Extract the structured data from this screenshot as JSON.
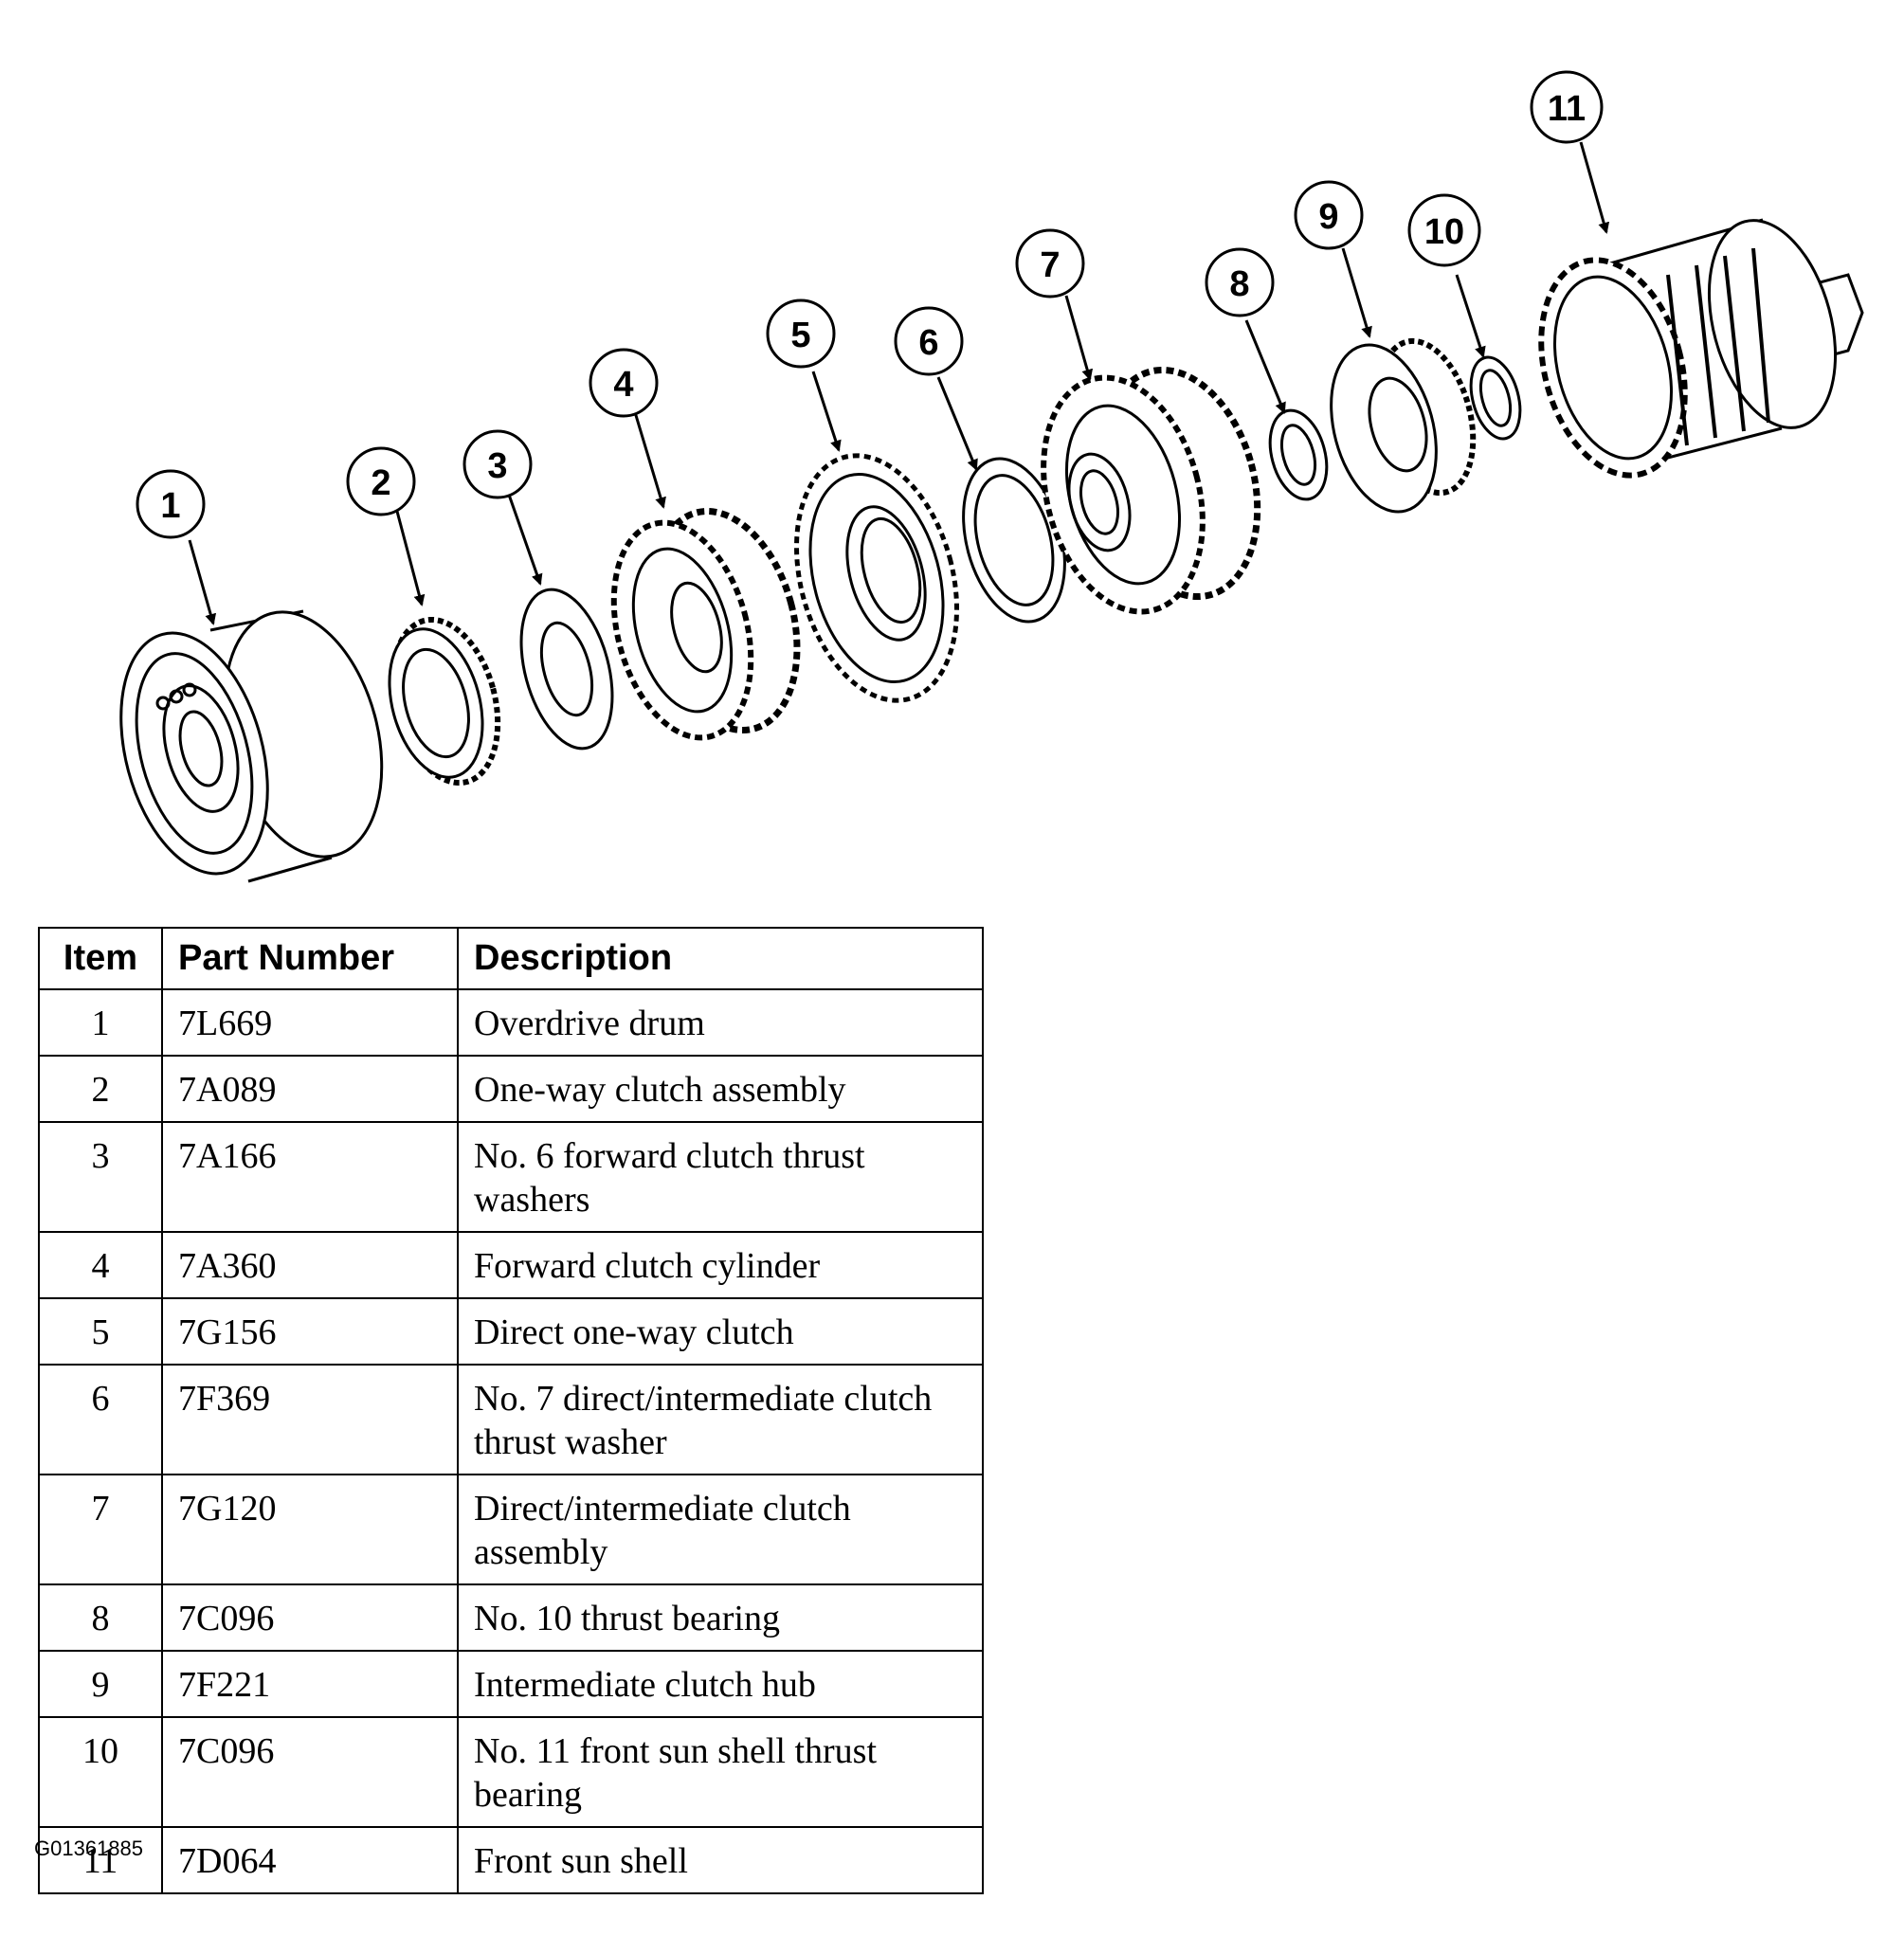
{
  "callouts": [
    "1",
    "2",
    "3",
    "4",
    "5",
    "6",
    "7",
    "8",
    "9",
    "10",
    "11"
  ],
  "table": {
    "headers": {
      "item": "Item",
      "part_number": "Part Number",
      "description": "Description"
    },
    "rows": [
      {
        "item": "1",
        "part_number": "7L669",
        "description": "Overdrive drum"
      },
      {
        "item": "2",
        "part_number": "7A089",
        "description": "One-way clutch assembly"
      },
      {
        "item": "3",
        "part_number": "7A166",
        "description": "No. 6 forward clutch thrust washers"
      },
      {
        "item": "4",
        "part_number": "7A360",
        "description": "Forward clutch cylinder"
      },
      {
        "item": "5",
        "part_number": "7G156",
        "description": "Direct one-way clutch"
      },
      {
        "item": "6",
        "part_number": "7F369",
        "description": "No. 7 direct/intermediate clutch thrust washer"
      },
      {
        "item": "7",
        "part_number": "7G120",
        "description": "Direct/intermediate clutch assembly"
      },
      {
        "item": "8",
        "part_number": "7C096",
        "description": "No. 10 thrust bearing"
      },
      {
        "item": "9",
        "part_number": "7F221",
        "description": "Intermediate clutch hub"
      },
      {
        "item": "10",
        "part_number": "7C096",
        "description": "No. 11 front sun shell thrust bearing"
      },
      {
        "item": "11",
        "part_number": "7D064",
        "description": "Front sun shell"
      }
    ]
  },
  "figure_id": "G01361885"
}
